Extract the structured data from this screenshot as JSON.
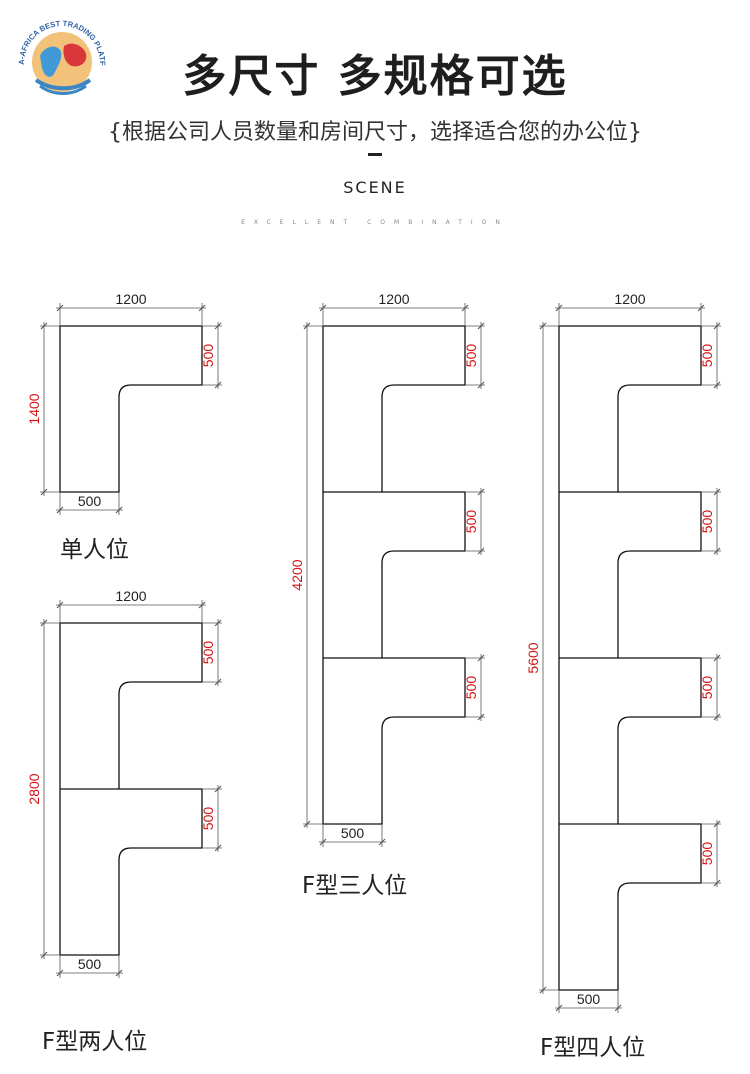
{
  "header": {
    "title": "多尺寸 多规格可选",
    "subtitle": "{根据公司人员数量和房间尺寸，选择适合您的办公位}",
    "scene_label": "SCENE",
    "scene_sub": "EXCELLENT COMBINATION"
  },
  "logo": {
    "text": "CHINA-AFRICA BEST TRADING PLATFORM",
    "icon": "globe-map-icon"
  },
  "colors": {
    "shape_stroke": "#111111",
    "dimension_line": "#555555",
    "dimension_text_red": "#d41414",
    "dimension_text_black": "#222222"
  },
  "layouts": [
    {
      "caption": "单人位",
      "units": 1,
      "top_width": "1200",
      "total_height": "1400",
      "unit_depth": [
        "500"
      ],
      "bottom_width": "500"
    },
    {
      "caption": "F型两人位",
      "units": 2,
      "top_width": "1200",
      "total_height": "2800",
      "unit_depth": [
        "500",
        "500"
      ],
      "bottom_width": "500"
    },
    {
      "caption": "F型三人位",
      "units": 3,
      "top_width": "1200",
      "total_height": "4200",
      "unit_depth": [
        "500",
        "500",
        "500"
      ],
      "bottom_width": "500"
    },
    {
      "caption": "F型四人位",
      "units": 4,
      "top_width": "1200",
      "total_height": "5600",
      "unit_depth": [
        "500",
        "500",
        "500",
        "500"
      ],
      "bottom_width": "500"
    }
  ]
}
